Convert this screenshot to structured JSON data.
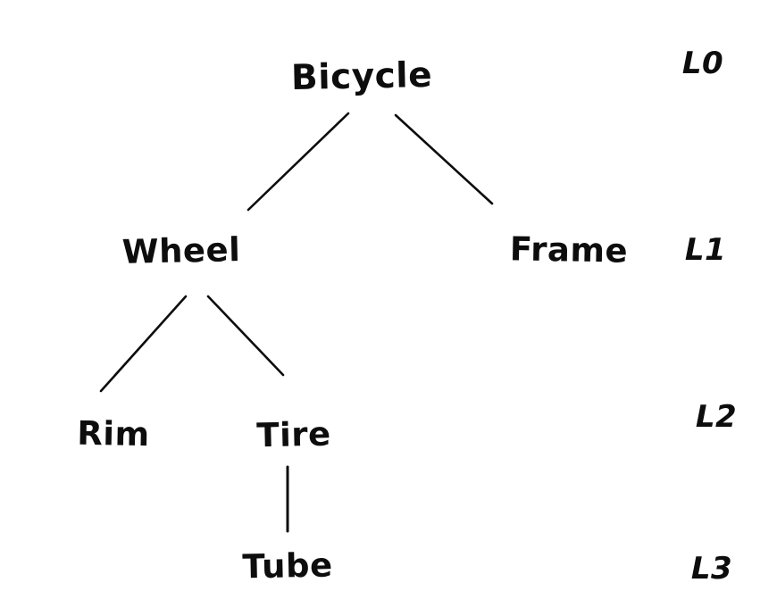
{
  "diagram": {
    "type": "tree",
    "root": "Bicycle",
    "nodes": [
      {
        "label": "Bicycle",
        "level": "L0"
      },
      {
        "label": "Wheel",
        "level": "L1"
      },
      {
        "label": "Frame",
        "level": "L1"
      },
      {
        "label": "Rim",
        "level": "L2"
      },
      {
        "label": "Tire",
        "level": "L2"
      },
      {
        "label": "Tube",
        "level": "L3"
      }
    ],
    "edges": [
      {
        "from": "Bicycle",
        "to": "Wheel"
      },
      {
        "from": "Bicycle",
        "to": "Frame"
      },
      {
        "from": "Wheel",
        "to": "Rim"
      },
      {
        "from": "Wheel",
        "to": "Tire"
      },
      {
        "from": "Tire",
        "to": "Tube"
      }
    ],
    "level_labels": [
      "L0",
      "L1",
      "L2",
      "L3"
    ],
    "colors": {
      "ink": "#0d0d0d",
      "background": "#ffffff"
    }
  }
}
